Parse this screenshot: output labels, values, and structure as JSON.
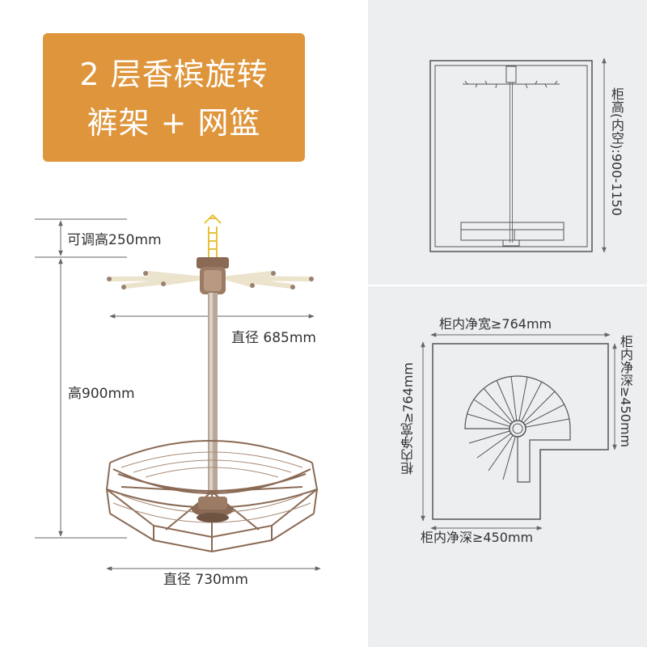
{
  "banner": {
    "line1": "2 层香槟旋转",
    "line2": "裤架 + 网篮",
    "color": "#df953b"
  },
  "product_dims": {
    "adjustable": "可调高250mm",
    "top_diameter": "直径 685mm",
    "height": "高900mm",
    "basket_diameter": "直径 730mm"
  },
  "cabinet_front": {
    "height_label": "柜高(内空):900-1150"
  },
  "cabinet_top": {
    "width_label": "柜内净宽≥764mm",
    "depth_right_label": "柜内净深≥450mm",
    "width_left_label": "柜内净宽≥764mm",
    "depth_bottom_label": "柜内净深≥450mm"
  },
  "colors": {
    "panel_bg": "#eceef0",
    "metal": "#8a6a55",
    "hanger": "#ece3cd"
  }
}
